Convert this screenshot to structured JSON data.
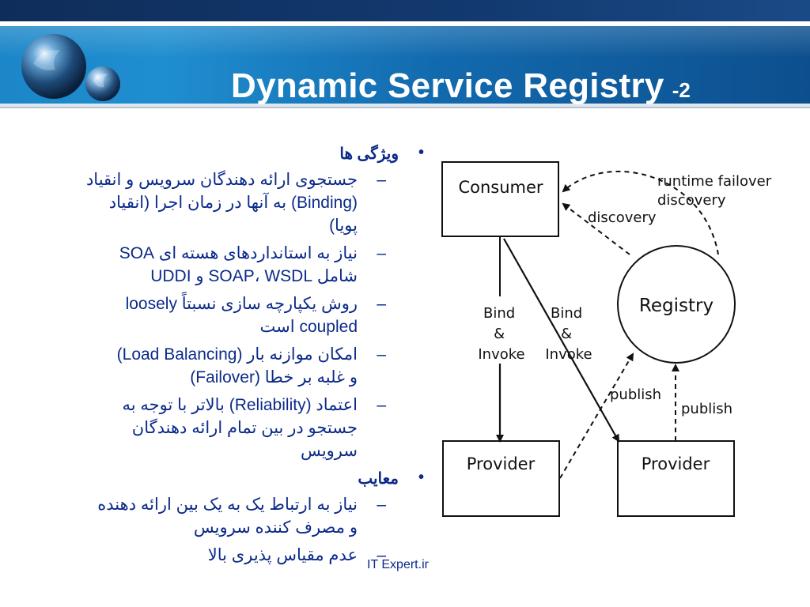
{
  "slide": {
    "title": "Dynamic Service Registry",
    "title_number": "-2",
    "footer": "IT Expert.ir"
  },
  "content": {
    "features_heading": "ویژگی ها",
    "features": [
      {
        "lines": [
          "جستجوی ارائه دهندگان سرویس و انقیاد",
          "(Binding) به آنها در زمان اجرا (انقیاد",
          "پویا)"
        ]
      },
      {
        "lines": [
          "نیاز به استانداردهای هسته ای SOA",
          "شامل SOAP، WSDL و UDDI"
        ]
      },
      {
        "lines": [
          "روش یکپارچه سازی نسبتاً  loosely",
          "coupled است"
        ]
      },
      {
        "lines": [
          "امکان موازنه بار (Load Balancing)",
          "و غلبه بر خطا (Failover)"
        ]
      },
      {
        "lines": [
          "اعتماد (Reliability) بالاتر با توجه به",
          "جستجو در بین تمام ارائه دهندگان",
          "سرویس"
        ]
      }
    ],
    "drawbacks_heading": "معایب",
    "drawbacks": [
      {
        "lines": [
          "نیاز به ارتباط یک به یک بین ارائه دهنده",
          "و مصرف کننده سرویس"
        ]
      },
      {
        "lines": [
          "عدم مقیاس پذیری بالا"
        ]
      }
    ]
  },
  "diagram": {
    "consumer": "Consumer",
    "registry": "Registry",
    "provider_left": "Provider",
    "provider_right": "Provider",
    "bind_left": [
      "Bind",
      "&",
      "Invoke"
    ],
    "bind_right": [
      "Bind",
      "&",
      "Invoke"
    ],
    "discovery": "discovery",
    "runtime_failover": [
      "runtime failover",
      "discovery"
    ],
    "publish_left": "publish",
    "publish_right": "publish"
  }
}
